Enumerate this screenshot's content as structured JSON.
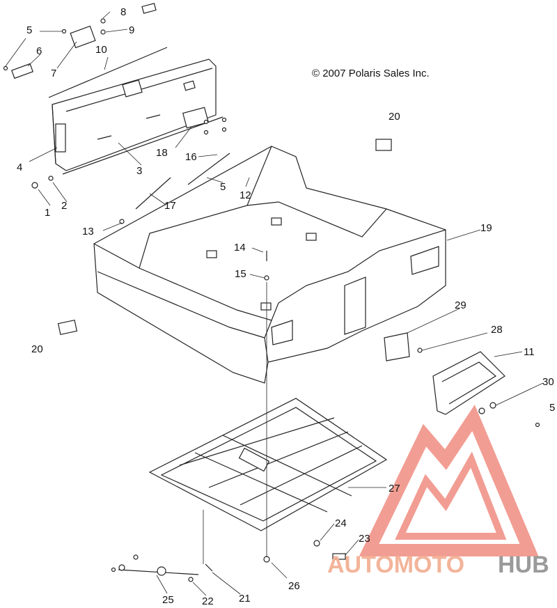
{
  "copyright": "© 2007 Polaris Sales Inc.",
  "watermark": {
    "text_left": "AUTOMOTO",
    "text_right": "HUB",
    "color_left": "#f3b49a",
    "color_right": "#9a9a9a",
    "logo_color": "#f08c80"
  },
  "callouts": [
    {
      "id": "c8",
      "label": "8"
    },
    {
      "id": "c9",
      "label": "9"
    },
    {
      "id": "c5a",
      "label": "5"
    },
    {
      "id": "c6",
      "label": "6"
    },
    {
      "id": "c10",
      "label": "10"
    },
    {
      "id": "c7",
      "label": "7"
    },
    {
      "id": "c4",
      "label": "4"
    },
    {
      "id": "c3",
      "label": "3"
    },
    {
      "id": "c18",
      "label": "18"
    },
    {
      "id": "c16",
      "label": "16"
    },
    {
      "id": "c5b",
      "label": "5"
    },
    {
      "id": "c12",
      "label": "12"
    },
    {
      "id": "c1",
      "label": "1"
    },
    {
      "id": "c2",
      "label": "2"
    },
    {
      "id": "c17",
      "label": "17"
    },
    {
      "id": "c13",
      "label": "13"
    },
    {
      "id": "c14",
      "label": "14"
    },
    {
      "id": "c15",
      "label": "15"
    },
    {
      "id": "c20a",
      "label": "20"
    },
    {
      "id": "c19",
      "label": "19"
    },
    {
      "id": "c20b",
      "label": "20"
    },
    {
      "id": "c29",
      "label": "29"
    },
    {
      "id": "c28",
      "label": "28"
    },
    {
      "id": "c11",
      "label": "11"
    },
    {
      "id": "c30",
      "label": "30"
    },
    {
      "id": "c5c",
      "label": "5"
    },
    {
      "id": "c27",
      "label": "27"
    },
    {
      "id": "c24",
      "label": "24"
    },
    {
      "id": "c23",
      "label": "23"
    },
    {
      "id": "c26",
      "label": "26"
    },
    {
      "id": "c25",
      "label": "25"
    },
    {
      "id": "c22",
      "label": "22"
    },
    {
      "id": "c21",
      "label": "21"
    }
  ]
}
